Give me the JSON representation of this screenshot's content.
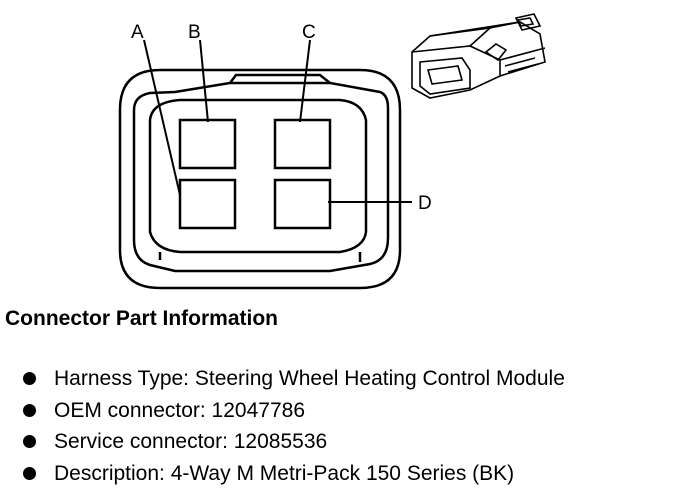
{
  "diagram": {
    "callouts": {
      "a": "A",
      "b": "B",
      "c": "C",
      "d": "D"
    }
  },
  "section": {
    "title": "Connector Part Information"
  },
  "info_items": [
    "Harness Type: Steering Wheel Heating Control Module",
    "OEM connector: 12047786",
    "Service connector: 12085536",
    "Description: 4-Way M Metri-Pack 150 Series (BK)"
  ]
}
